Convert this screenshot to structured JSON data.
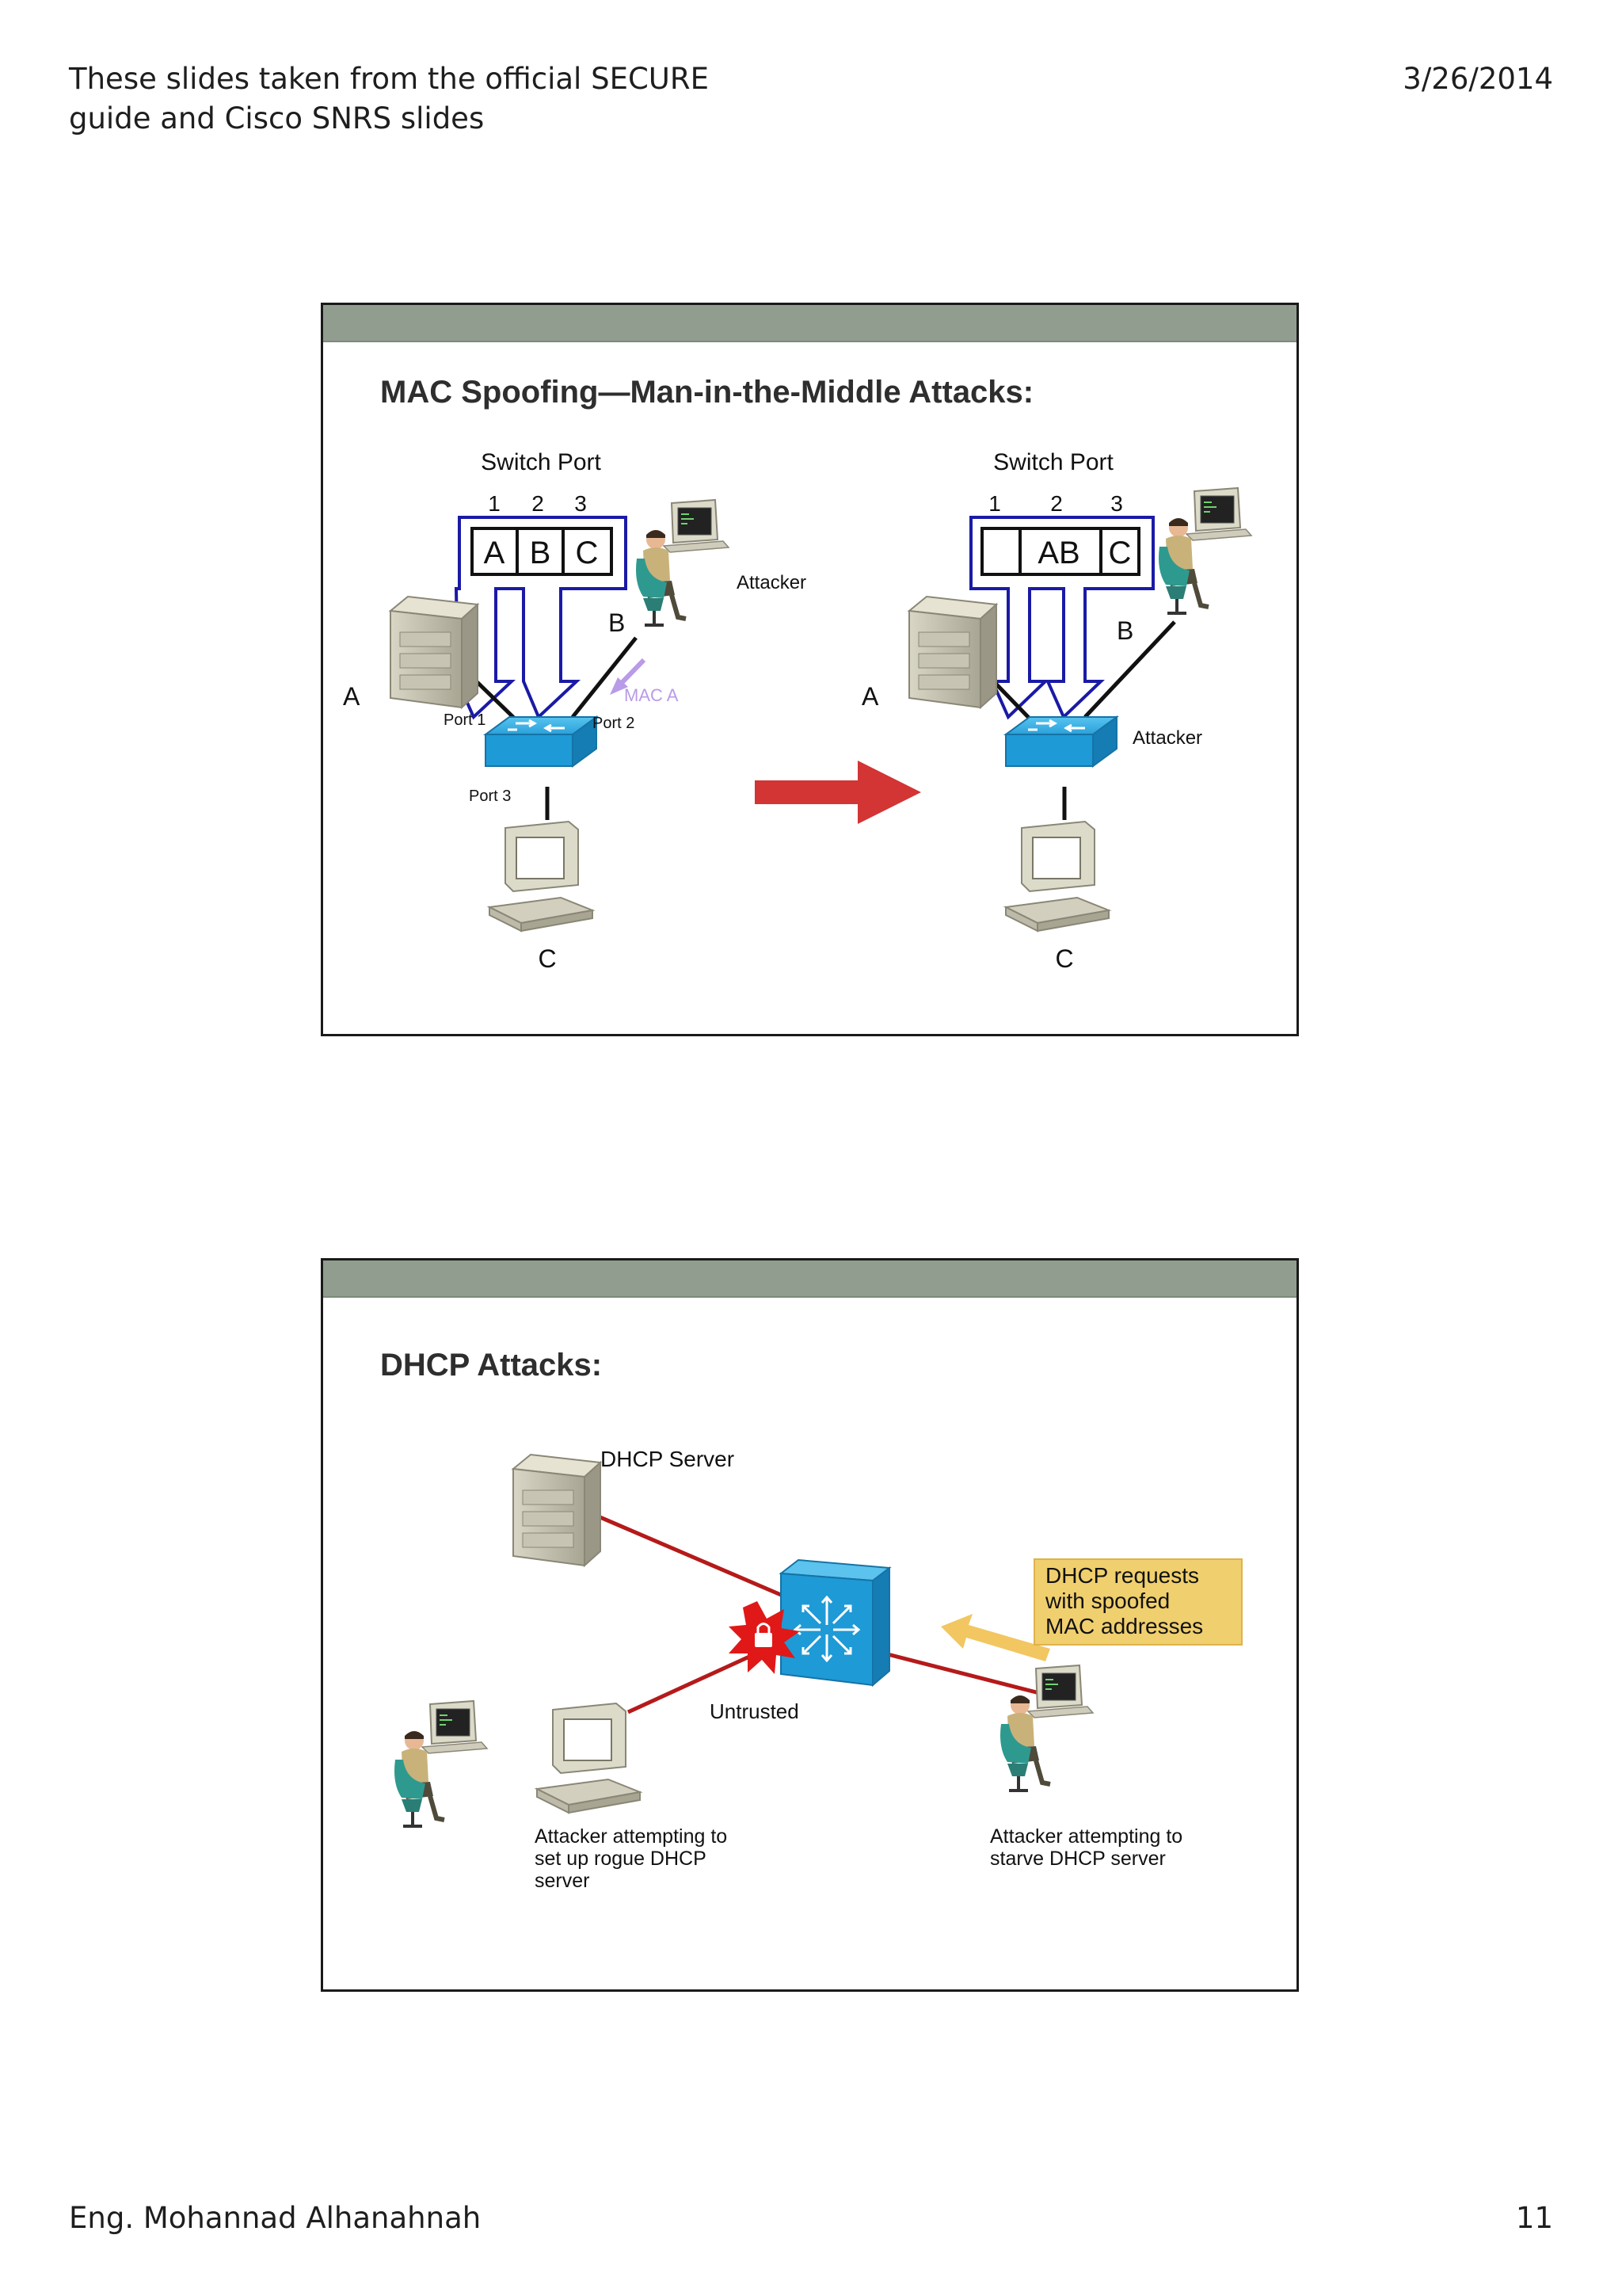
{
  "header": {
    "title_line1": "These slides taken from the official SECURE",
    "title_line2": "guide and Cisco SNRS slides",
    "date": "3/26/2014"
  },
  "footer": {
    "author": "Eng. Mohannad Alhanahnah",
    "page_number": "11"
  },
  "slide1": {
    "title": "MAC Spoofing—Man-in-the-Middle Attacks:",
    "left": {
      "switch_port_label": "Switch Port",
      "port_numbers": [
        "1",
        "2",
        "3"
      ],
      "cells": [
        "A",
        "B",
        "C"
      ],
      "host_a": "A",
      "host_b": "B",
      "host_c": "C",
      "attacker_label": "Attacker",
      "mac_label": "MAC A",
      "port1_label": "Port 1",
      "port2_label": "Port 2",
      "port3_label": "Port 3"
    },
    "right": {
      "switch_port_label": "Switch Port",
      "port_numbers": [
        "1",
        "2",
        "3"
      ],
      "cells": [
        "",
        "AB",
        "C"
      ],
      "host_a": "A",
      "host_b": "B",
      "host_c": "C",
      "attacker_label": "Attacker"
    }
  },
  "slide2": {
    "title": "DHCP Attacks:",
    "server_label": "DHCP Server",
    "callout_lines": [
      "DHCP requests",
      "with spoofed",
      "MAC addresses"
    ],
    "untrusted_label": "Untrusted",
    "rogue_caption": [
      "Attacker attempting to",
      "set up rogue DHCP",
      "server"
    ],
    "starve_caption": [
      "Attacker attempting to",
      "starve DHCP server"
    ]
  },
  "colors": {
    "band": "#919e8f",
    "mac_table_border": "#1a1aa6",
    "switch_blue": "#1e9ad6",
    "arrow_red": "#d33434",
    "link_red": "#b51a1a",
    "callout_fill": "#f0cf6e",
    "callout_arrow": "#f2c661",
    "mac_arrow": "#b99be8"
  }
}
